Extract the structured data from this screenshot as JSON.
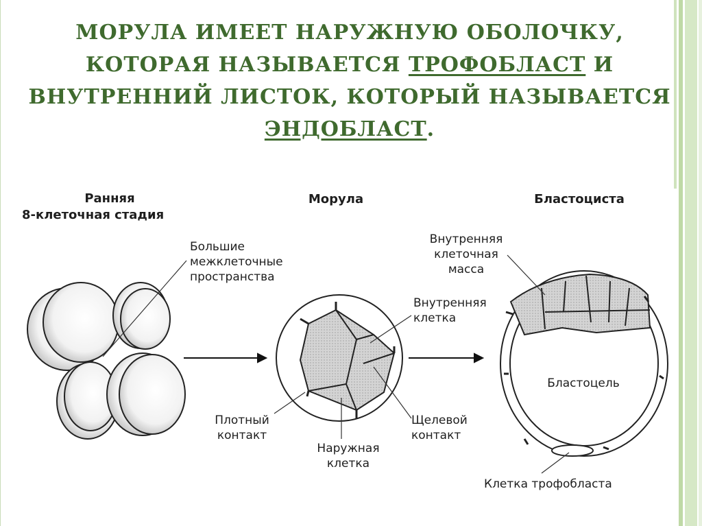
{
  "slide": {
    "title_line1": "МОРУЛА ИМЕЕТ НАРУЖНУЮ ОБОЛОЧКУ,",
    "title_line2_a": "КОТОРАЯ НАЗЫВАЕТСЯ ",
    "title_line2_b": "ТРОФОБЛАСТ",
    "title_line2_c": " И",
    "title_line3": "ВНУТРЕННИЙ ЛИСТОК, КОТОРЫЙ НАЗЫВАЕТСЯ",
    "title_line4_a": "ЭНДОБЛАСТ",
    "title_line4_b": "."
  },
  "diagram": {
    "stage1_line1": "Ранняя",
    "stage1_line2": "8-клеточная стадия",
    "stage2": "Морула",
    "stage3": "Бластоциста",
    "intercell_1": "Большие",
    "intercell_2": "межклеточные",
    "intercell_3": "пространства",
    "inner_mass_1": "Внутренняя",
    "inner_mass_2": "клеточная",
    "inner_mass_3": "масса",
    "inner_cell_1": "Внутренняя",
    "inner_cell_2": "клетка",
    "tight_1": "Плотный",
    "tight_2": "контакт",
    "outer_1": "Наружная",
    "outer_2": "клетка",
    "gap_1": "Щелевой",
    "gap_2": "контакт",
    "blastocoel": "Бластоцель",
    "trophoblast_cell": "Клетка трофобласта"
  },
  "colors": {
    "title": "#3f6a2e",
    "frame": "#bfd9a6",
    "mass": "#cfcfcf"
  }
}
